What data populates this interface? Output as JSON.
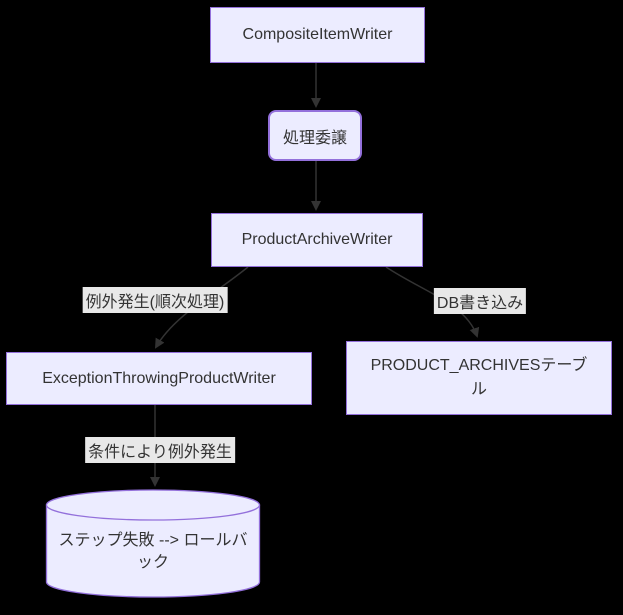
{
  "colors": {
    "background": "#000000",
    "node_fill": "#ECECFF",
    "node_border": "#9370DB",
    "node_text": "#333333",
    "edge_line": "#333333",
    "edge_label_bg": "#e8e8e8",
    "edge_label_text": "#333333"
  },
  "diagram_type": "flowchart",
  "nodes": [
    {
      "id": "composite",
      "shape": "rect",
      "label": "CompositeItemWriter"
    },
    {
      "id": "delegate",
      "shape": "rounded",
      "label": "処理委譲"
    },
    {
      "id": "product_archive",
      "shape": "rect",
      "label": "ProductArchiveWriter"
    },
    {
      "id": "exception_writer",
      "shape": "rect",
      "label": "ExceptionThrowingProductWriter"
    },
    {
      "id": "archives_table",
      "shape": "rect",
      "label": "PRODUCT_ARCHIVESテーブル",
      "lines": [
        "PRODUCT_ARCHIVESテーブ",
        "ル"
      ]
    },
    {
      "id": "rollback_db",
      "shape": "cylinder",
      "label": "ステップ失敗 --> ロールバック",
      "lines": [
        "ステップ失敗 --> ロールバ",
        "ック"
      ]
    }
  ],
  "edges": [
    {
      "from": "CompositeItemWriter",
      "to": "処理委譲",
      "label": ""
    },
    {
      "from": "処理委譲",
      "to": "ProductArchiveWriter",
      "label": ""
    },
    {
      "from": "ProductArchiveWriter",
      "to": "ExceptionThrowingProductWriter",
      "label": "例外発生(順次処理)"
    },
    {
      "from": "ProductArchiveWriter",
      "to": "PRODUCT_ARCHIVESテーブル",
      "label": "DB書き込み"
    },
    {
      "from": "ExceptionThrowingProductWriter",
      "to": "ステップ失敗 --> ロールバック",
      "label": "条件により例外発生"
    }
  ]
}
